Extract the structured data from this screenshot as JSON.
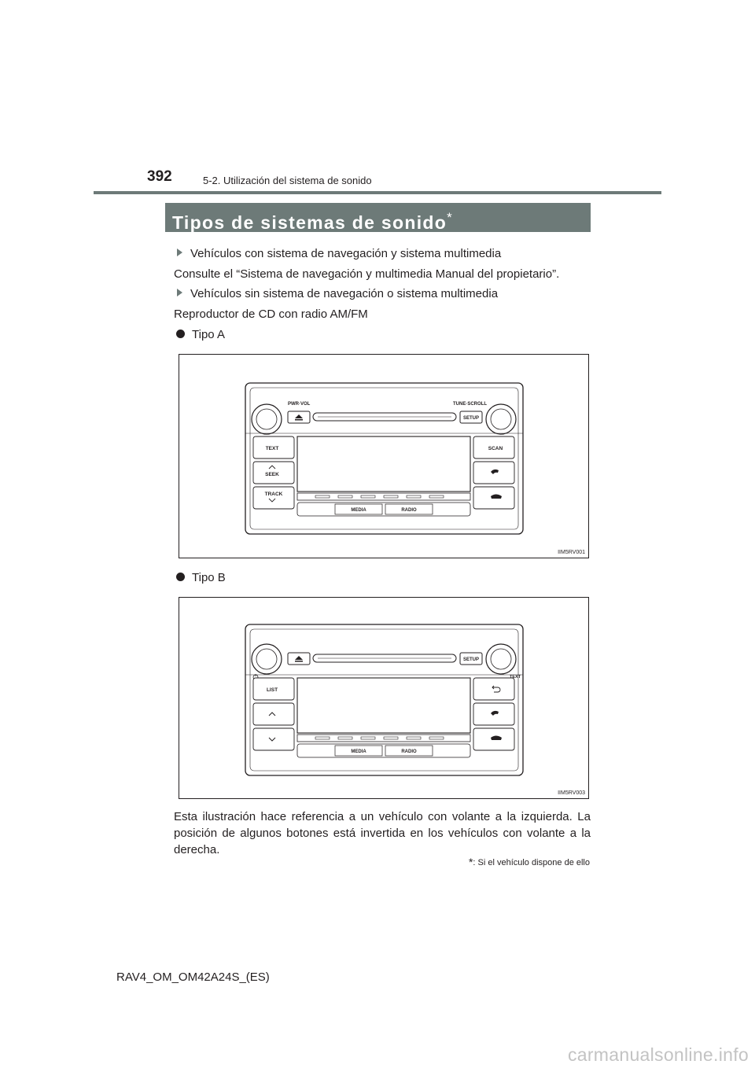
{
  "header": {
    "page_number": "392",
    "section": "5-2. Utilización del sistema de sonido"
  },
  "title": {
    "text": "Tipos de sistemas de sonido",
    "asterisk": "*"
  },
  "content": {
    "item_nav": "Vehículos con sistema de navegación y sistema multimedia",
    "text_nav": "Consulte el “Sistema de navegación y multimedia Manual del propietario”.",
    "item_no_nav": "Vehículos sin sistema de navegación o sistema multimedia",
    "text_no_nav": "Reproductor de CD con radio AM/FM",
    "type_a": "Tipo A",
    "type_b": "Tipo B"
  },
  "figure_a": {
    "code": "IIM5RV001",
    "labels": {
      "pwr_vol": "PWR·VOL",
      "tune_scroll": "TUNE·SCROLL",
      "setup": "SETUP",
      "text": "TEXT",
      "seek": "SEEK",
      "track": "TRACK",
      "scan": "SCAN",
      "media": "MEDIA",
      "radio": "RADIO"
    }
  },
  "figure_b": {
    "code": "IIM5RV003",
    "labels": {
      "setup": "SETUP",
      "text": "TEXT",
      "list": "LIST",
      "media": "MEDIA",
      "radio": "RADIO"
    }
  },
  "caption": "Esta ilustración hace referencia a un vehículo con volante a la izquierda. La posición de algunos botones está invertida en los vehículos con volante a la derecha.",
  "footnote": {
    "symbol": "*",
    "text": ": Si el vehículo dispone de ello"
  },
  "footer": {
    "manual_code": "RAV4_OM_OM42A24S_(ES)",
    "watermark": "carmanualsonline.info"
  }
}
